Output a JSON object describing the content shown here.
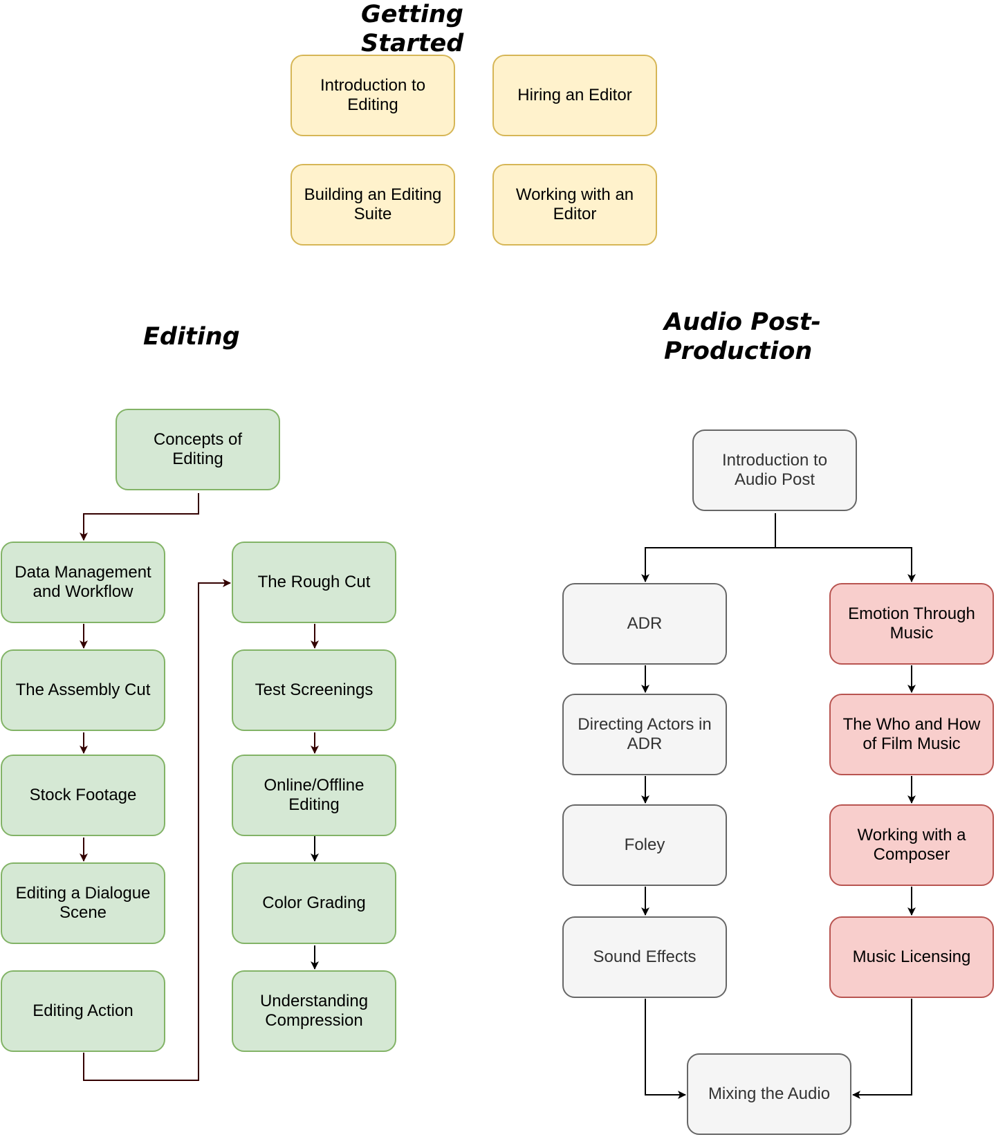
{
  "titles": {
    "getting_started": "Getting Started",
    "editing": "Editing",
    "audio_post": "Audio Post-Production"
  },
  "getting_started": {
    "intro_editing": "Introduction to Editing",
    "hiring_editor": "Hiring an Editor",
    "building_suite": "Building an Editing Suite",
    "working_editor": "Working with an Editor"
  },
  "editing": {
    "concepts": "Concepts of Editing",
    "data_management": "Data Management and Workflow",
    "assembly_cut": "The Assembly Cut",
    "stock_footage": "Stock Footage",
    "dialogue_scene": "Editing a Dialogue Scene",
    "editing_action": "Editing Action",
    "rough_cut": "The Rough Cut",
    "test_screenings": "Test Screenings",
    "online_offline": "Online/Offline Editing",
    "color_grading": "Color Grading",
    "compression": "Understanding Compression"
  },
  "audio": {
    "intro_audio": "Introduction to Audio Post",
    "adr": "ADR",
    "directing_adr": "Directing Actors in ADR",
    "foley": "Foley",
    "sound_effects": "Sound Effects",
    "emotion_music": "Emotion Through Music",
    "who_how_music": "The Who and How of Film Music",
    "composer": "Working with a Composer",
    "licensing": "Music Licensing",
    "mixing": "Mixing the Audio"
  },
  "colors": {
    "getting_started_fill": "#fff2cc",
    "editing_fill": "#d5e8d4",
    "audio_fill": "#f5f5f5",
    "music_fill": "#f8cecc",
    "editing_edge": "#330000",
    "audio_edge": "#000000"
  }
}
